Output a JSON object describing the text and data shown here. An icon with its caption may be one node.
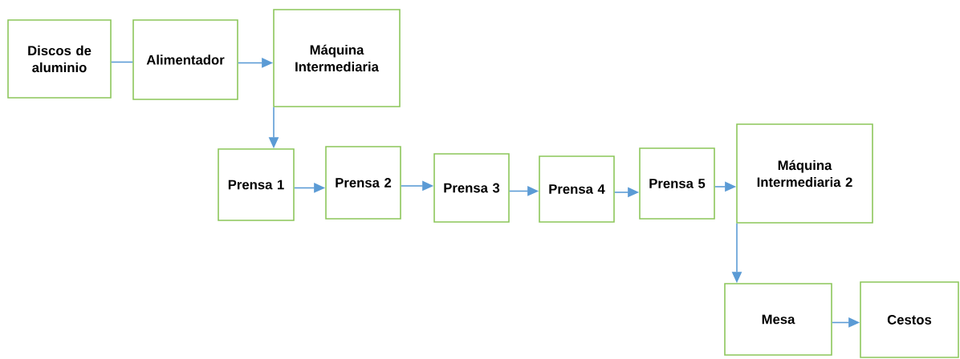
{
  "diagram": {
    "nodes": [
      {
        "text": [
          "Discos de aluminio"
        ]
      },
      {
        "text": [
          "Alimentador"
        ]
      },
      {
        "text": [
          "Máquina Intermediaria"
        ]
      },
      {
        "text": [
          "Prensa 1"
        ]
      },
      {
        "text": [
          "Prensa 2"
        ]
      },
      {
        "text": [
          "Prensa 3"
        ]
      },
      {
        "text": [
          "Prensa 4"
        ]
      },
      {
        "text": [
          "Prensa 5"
        ]
      },
      {
        "text": [
          "Máquina Intermediaria 2"
        ]
      },
      {
        "text": [
          "Mesa"
        ]
      },
      {
        "text": [
          "Cestos"
        ]
      }
    ],
    "edges": [
      {
        "from": 0,
        "to": 1,
        "arrow": "none"
      },
      {
        "from": 1,
        "to": 2,
        "arrow": "to"
      },
      {
        "from": 2,
        "to": 3,
        "arrow": "to"
      },
      {
        "from": 3,
        "to": 4,
        "arrow": "to"
      },
      {
        "from": 4,
        "to": 5,
        "arrow": "to"
      },
      {
        "from": 5,
        "to": 6,
        "arrow": "to"
      },
      {
        "from": 6,
        "to": 7,
        "arrow": "to"
      },
      {
        "from": 7,
        "to": 8,
        "arrow": "to"
      },
      {
        "from": 8,
        "to": 9,
        "arrow": "to"
      },
      {
        "from": 9,
        "to": 10,
        "arrow": "to"
      }
    ]
  }
}
